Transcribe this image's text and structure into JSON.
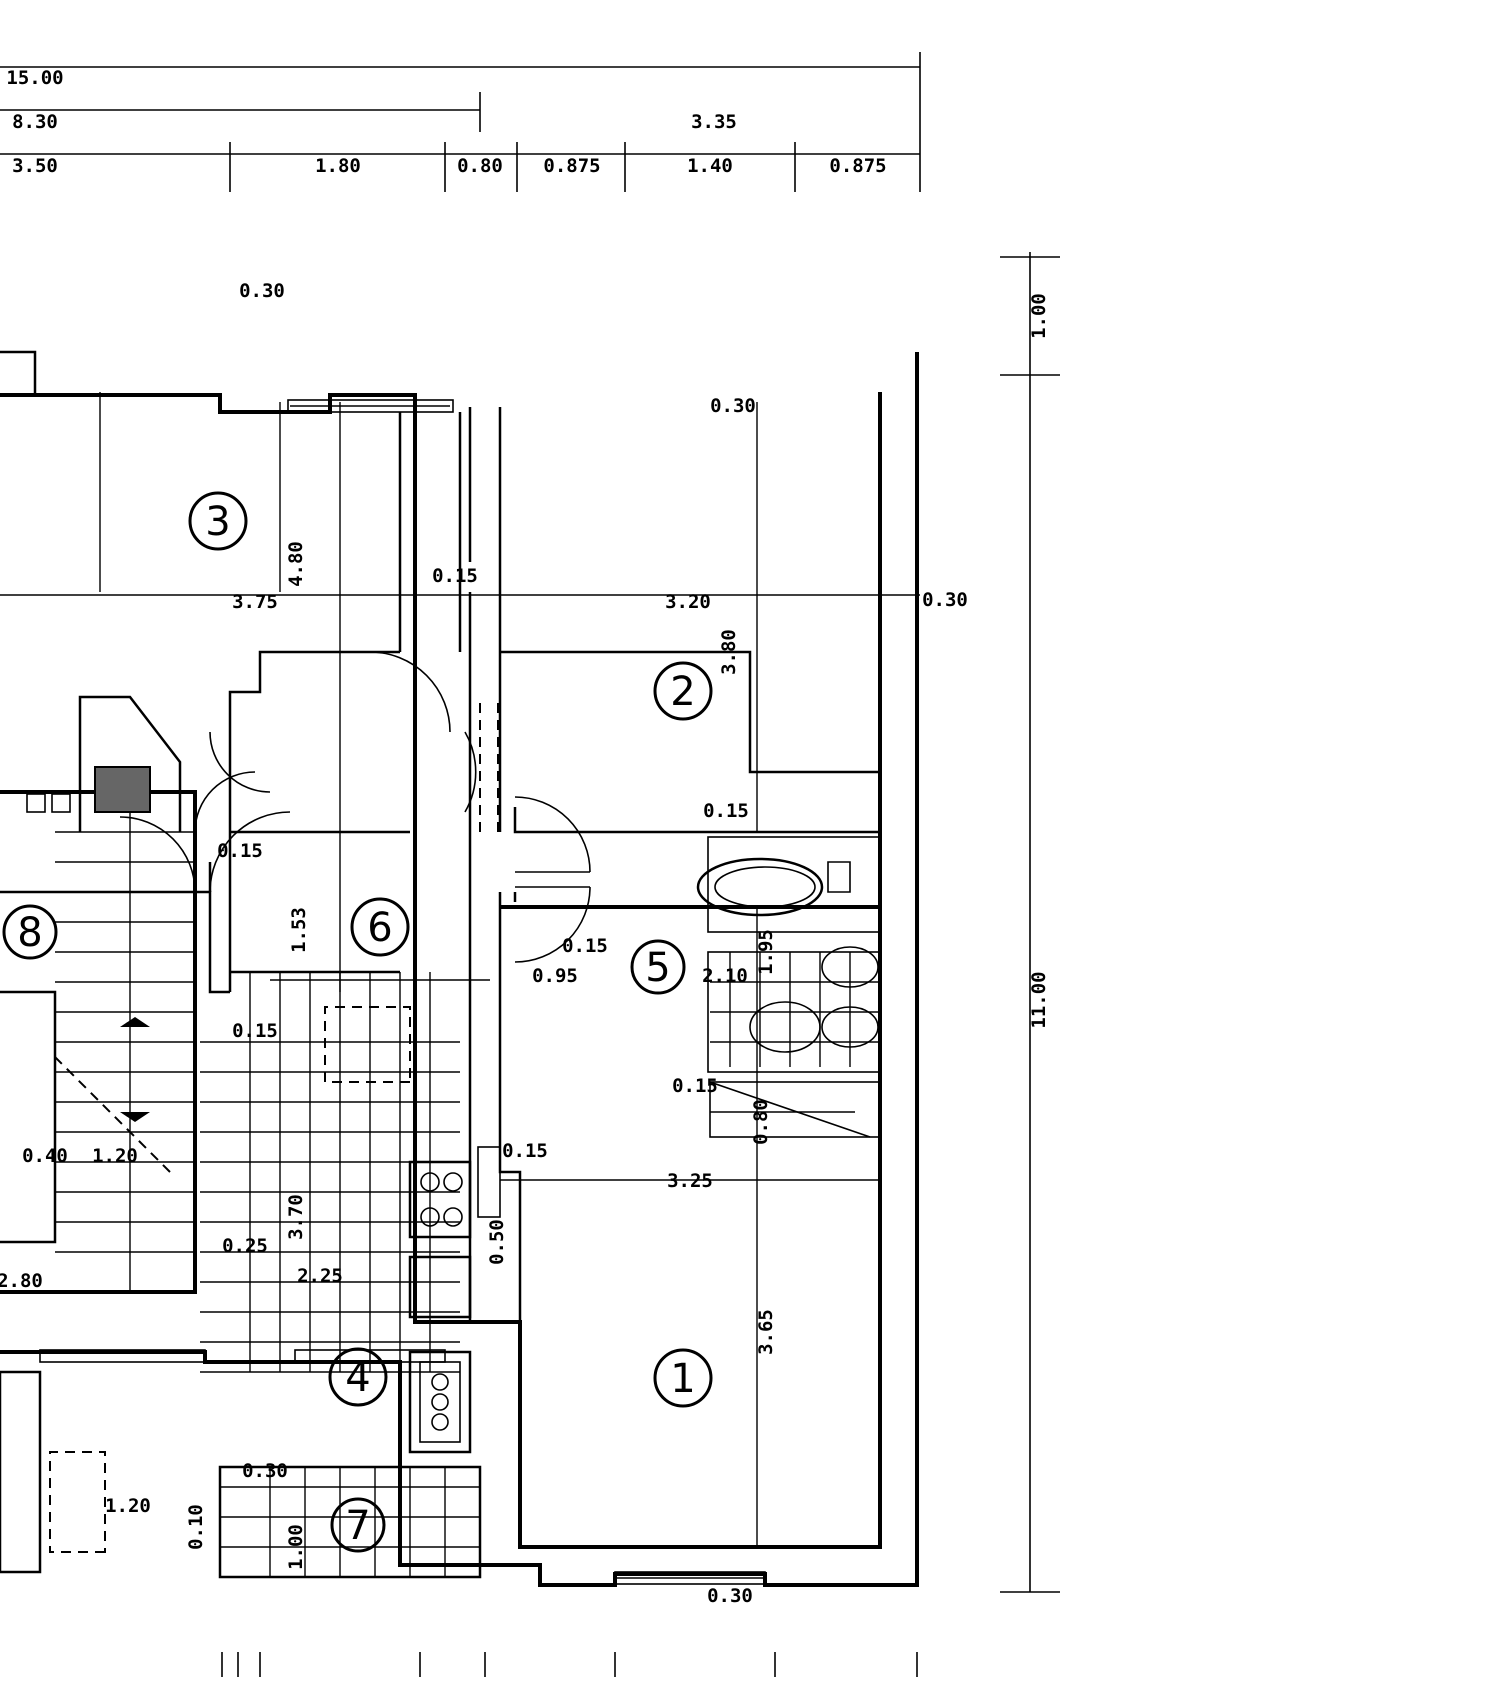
{
  "rooms": [
    "1",
    "2",
    "3",
    "4",
    "5",
    "6",
    "7",
    "8"
  ],
  "top_dims": {
    "overall": "15.00",
    "partial": "8.30",
    "bay": "3.35",
    "segments": [
      "3.50",
      "1.80",
      "0.80",
      "0.875",
      "1.40",
      "0.875"
    ]
  },
  "right_dims": {
    "total": "11.00",
    "top": "1.00"
  },
  "room_dims": {
    "r3_width": "3.75",
    "r3_depth": "4.80",
    "r3_wall": "0.15",
    "r3_window": "0.30",
    "r2_width": "3.20",
    "r2_depth": "3.80",
    "r2_window": "0.30",
    "r2_wall": "0.15",
    "ext_wall": "0.30",
    "hall_wall": "0.15",
    "hall_wall2": "0.15",
    "hall_len": "1.53",
    "bath_w": "0.95",
    "bath_wall": "0.15",
    "bath_a": "2.10",
    "bath_b": "1.95",
    "store_a": "0.15",
    "store_b": "0.80",
    "r1_wall": "0.15",
    "r1_width": "3.25",
    "r1_depth": "3.65",
    "r1_window": "0.30",
    "kit_a": "3.70",
    "kit_b": "2.25",
    "kit_c": "0.50",
    "kit_d": "0.25",
    "stair_a": "1.20",
    "stair_b": "0.40",
    "stair_c": "2.80",
    "wc_a": "1.00",
    "wc_b": "0.30",
    "wc_c": "0.10",
    "wc_d": "1.20"
  }
}
